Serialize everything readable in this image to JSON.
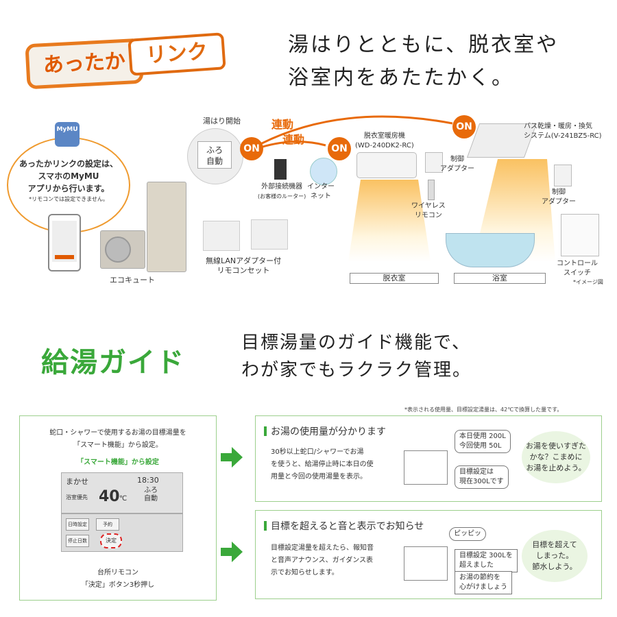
{
  "logo1": {
    "part1": "あったか",
    "part2": "リンク"
  },
  "headline1": {
    "line1": "湯はりとともに、脱衣室や",
    "line2": "浴室内をあたたかく。"
  },
  "app": {
    "icon": "MyMU",
    "text1": "あったかリンクの設定は、",
    "text2": "スマホのMyMU",
    "text3": "アプリから行います。",
    "note": "*リモコンでは設定できません。"
  },
  "diagram": {
    "yuhari": "湯はり開始",
    "furo1": "ふろ",
    "furo2": "自動",
    "on": "ON",
    "rendo": "連動",
    "router1": "外部接続機器",
    "router2": "(お客様のルーター)",
    "internet1": "インター",
    "internet2": "ネット",
    "heater1": "脱衣室暖房機",
    "heater2": "(WD-240DK2-RC)",
    "adapter1": "制御",
    "adapter2": "アダプター",
    "wremote1": "ワイヤレス",
    "wremote2": "リモコン",
    "bath1": "バス乾燥・暖房・換気",
    "bath2": "システム(V-241BZ5-RC)",
    "ctrl1": "コントロール",
    "ctrl2": "スイッチ",
    "image_note": "*イメージ図",
    "ecocute": "エコキュート",
    "lan1": "無線LANアダプター付",
    "lan2": "リモコンセット",
    "room1": "脱衣室",
    "room2": "浴室"
  },
  "logo2": "給湯ガイド",
  "headline2": {
    "line1": "目標湯量のガイド機能で、",
    "line2": "わが家でもラクラク管理。"
  },
  "note": "*表示される使用量、目標設定湯量は、42℃で換算した量です。",
  "left": {
    "text1": "蛇口・シャワーで使用するお湯の目標湯量を",
    "text2": "「スマート機能」から設定。",
    "green": "「スマート機能」から設定",
    "rem_top": "まかせ",
    "rem_temp": "40",
    "rem_unit": "℃",
    "rem_label": "浴室優先",
    "rem_furo1": "ふろ",
    "rem_furo2": "自動",
    "rem_time": "18:30",
    "btn1": "日時設定",
    "btn2": "予約",
    "btn3": "決定",
    "btn4": "停止日数",
    "cap1": "台所リモコン",
    "cap2": "「決定」ボタン3秒押し"
  },
  "box1": {
    "title": "お湯の使用量が分かります",
    "body1": "30秒以上蛇口/シャワーでお湯",
    "body2": "を使うと、給湯停止時に本日の使",
    "body3": "用量と今回の使用湯量を表示。",
    "c1a": "本日使用 200L",
    "c1b": "今回使用 50L",
    "c2a": "目標設定は",
    "c2b": "現在300Lです",
    "b1": "お湯を使いすぎた",
    "b2": "かな？こまめに",
    "b3": "お湯を止めよう。"
  },
  "box2": {
    "title": "目標を超えると音と表示でお知らせ",
    "body1": "目標設定湯量を超えたら、報知音",
    "body2": "と音声アナウンス、ガイダンス表",
    "body3": "示でお知らせします。",
    "pip": "ピッピッ",
    "c1a": "目標設定 300Lを",
    "c1b": "超えました",
    "c2a": "お湯の節約を",
    "c2b": "心がけましょう",
    "b1": "目標を超えて",
    "b2": "しまった。",
    "b3": "節水しよう。"
  }
}
